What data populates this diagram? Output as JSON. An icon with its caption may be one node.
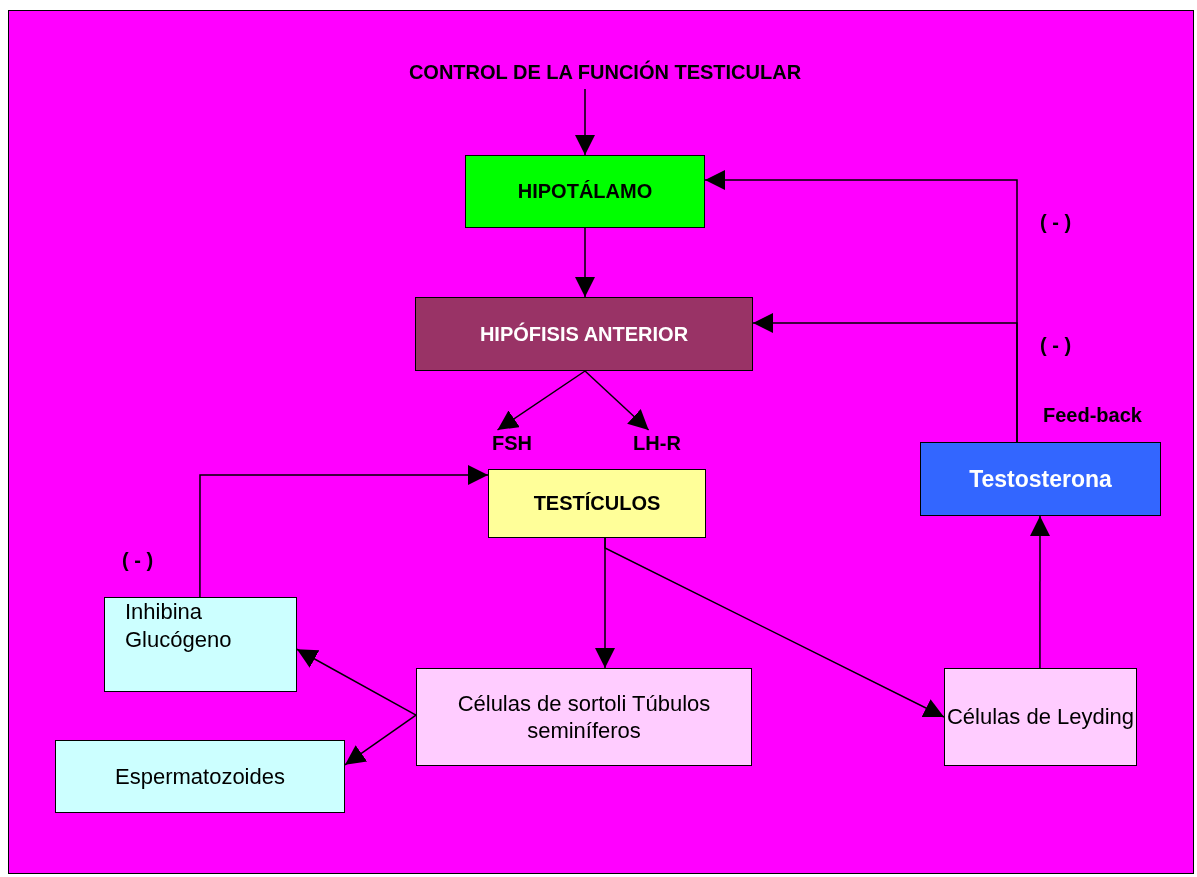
{
  "diagram": {
    "nodes": [
      {
        "text": [
          "CONTROL DE LA FUNCIÓN TESTICULAR"
        ]
      },
      {
        "text": [
          "HIPOTÁLAMO"
        ]
      },
      {
        "text": [
          "HIPÓFISIS ANTERIOR"
        ]
      },
      {
        "text": [
          "TESTÍCULOS"
        ]
      },
      {
        "text": [
          "Testosterona"
        ]
      },
      {
        "text": [
          "Inhibina Glucógeno"
        ]
      },
      {
        "text": [
          "Células de sortoli Túbulos seminíferos"
        ]
      },
      {
        "text": [
          "Células de Leyding"
        ]
      },
      {
        "text": [
          "Espermatozoides"
        ]
      },
      {
        "text": [
          "FSH"
        ]
      },
      {
        "text": [
          "LH-R"
        ]
      }
    ],
    "edges": [
      {
        "from": 0,
        "to": 1,
        "arrow": "to"
      },
      {
        "from": 1,
        "to": 2,
        "arrow": "to"
      },
      {
        "from": 2,
        "to": 9,
        "arrow": "to"
      },
      {
        "from": 2,
        "to": 10,
        "arrow": "to"
      },
      {
        "from": 5,
        "to": 3,
        "arrow": "to",
        "label": "( - )"
      },
      {
        "from": 3,
        "to": 6,
        "arrow": "to"
      },
      {
        "from": 3,
        "to": 7,
        "arrow": "to"
      },
      {
        "from": 6,
        "to": 5,
        "arrow": "to"
      },
      {
        "from": 6,
        "to": 8,
        "arrow": "to"
      },
      {
        "from": 7,
        "to": 4,
        "arrow": "to"
      },
      {
        "from": 4,
        "to": 1,
        "arrow": "to",
        "label": "( - )"
      },
      {
        "from": 4,
        "to": 2,
        "arrow": "to",
        "label": "( - )"
      }
    ],
    "labels": [
      "Feed-back"
    ]
  }
}
